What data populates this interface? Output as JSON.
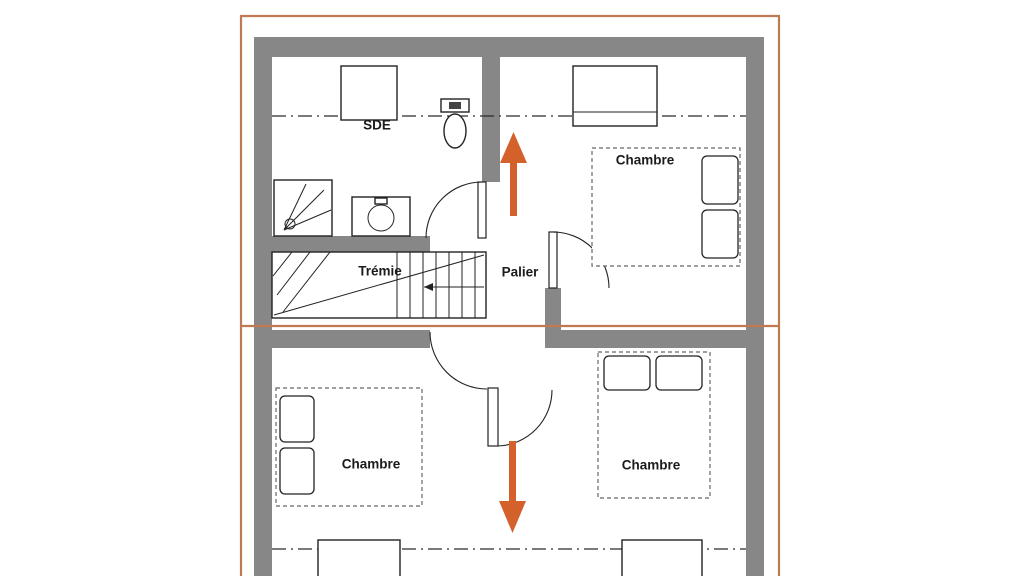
{
  "page": {
    "type": "floor-plan-upper-storey"
  },
  "colors": {
    "wall": "#878787",
    "frame": "#bf7953",
    "arrow": "#d4612c",
    "ink": "#1c1c1c"
  },
  "rooms": {
    "sde": {
      "label": "SDE"
    },
    "stairwell": {
      "label": "Trémie"
    },
    "landing": {
      "label": "Palier"
    },
    "bedroom_top_right": {
      "label": "Chambre"
    },
    "bedroom_bottom_left": {
      "label": "Chambre"
    },
    "bedroom_bottom_right": {
      "label": "Chambre"
    }
  },
  "icons": {
    "up_arrow": "stair-direction-up",
    "down_arrow": "stair-direction-down"
  }
}
